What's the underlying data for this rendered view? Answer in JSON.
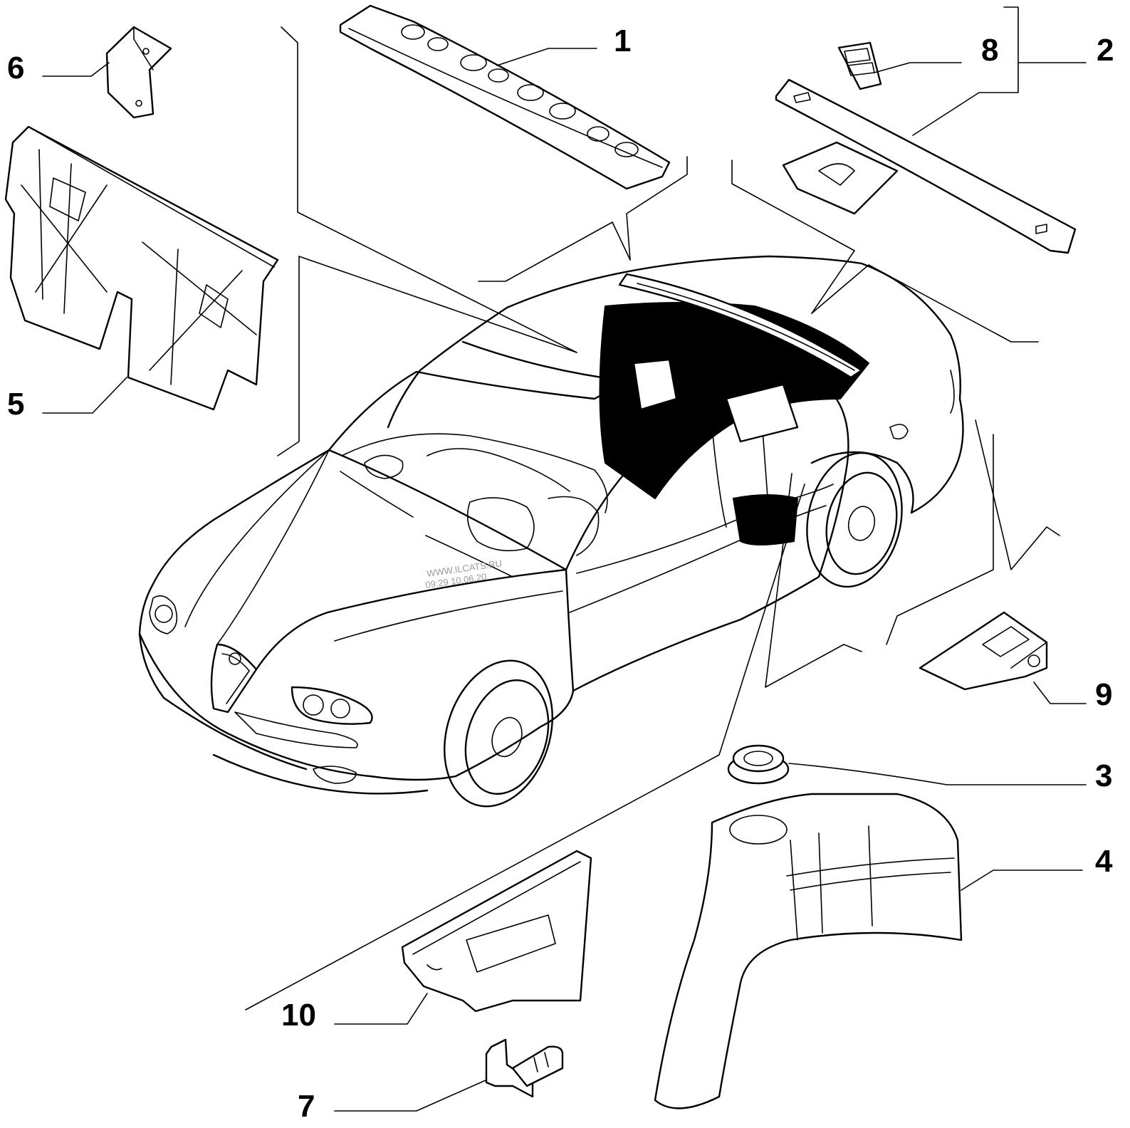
{
  "callouts": [
    {
      "id": "1",
      "label": "1"
    },
    {
      "id": "2",
      "label": "2"
    },
    {
      "id": "3",
      "label": "3"
    },
    {
      "id": "4",
      "label": "4"
    },
    {
      "id": "5",
      "label": "5"
    },
    {
      "id": "6",
      "label": "6"
    },
    {
      "id": "7",
      "label": "7"
    },
    {
      "id": "8",
      "label": "8"
    },
    {
      "id": "9",
      "label": "9"
    },
    {
      "id": "10",
      "label": "10"
    }
  ],
  "watermark": {
    "site": "WWW.ILCATS.RU",
    "stamp": "09:29 10.06.20"
  }
}
